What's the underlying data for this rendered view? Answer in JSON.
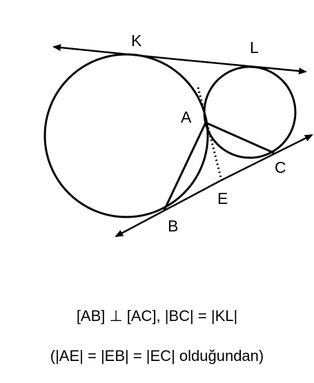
{
  "points": {
    "K": "K",
    "L": "L",
    "A": "A",
    "B": "B",
    "C": "C",
    "E": "E"
  },
  "caption": {
    "line1": "[AB] ⊥ [AC], |BC| = |KL|",
    "line2": "(|AE| = |EB| = |EC| olduğundan)"
  },
  "colors": {
    "stroke": "#000000",
    "background": "#ffffff"
  }
}
